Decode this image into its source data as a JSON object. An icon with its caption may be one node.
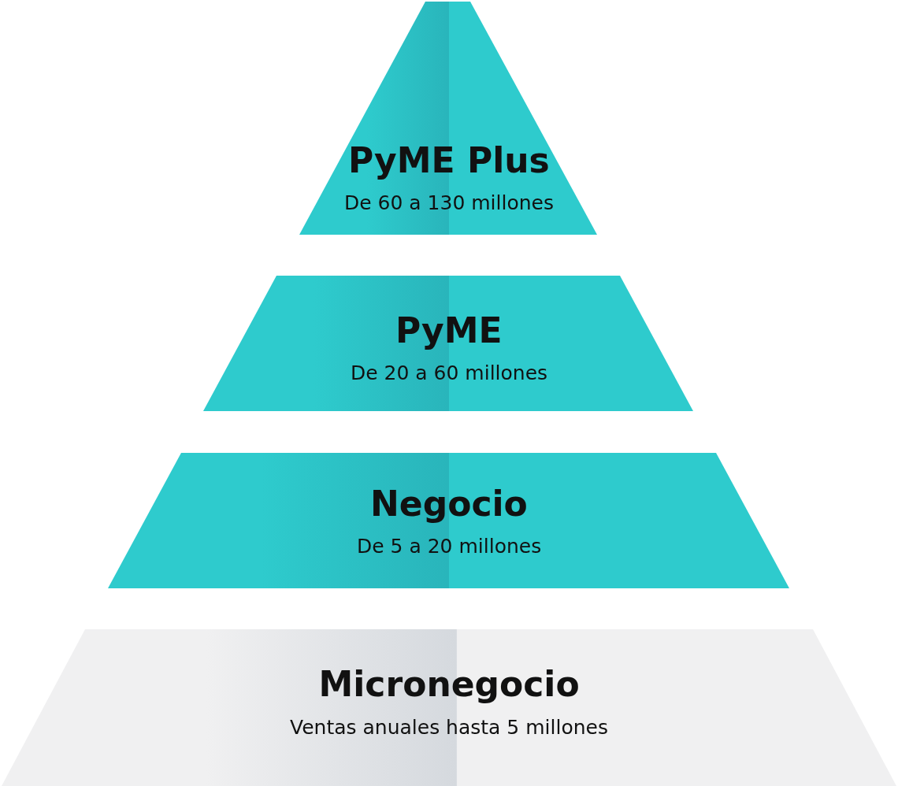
{
  "diagram": {
    "nodes": [
      {
        "text": [
          "PyME Plus",
          "De 60 a 130 millones"
        ]
      },
      {
        "text": [
          "PyME",
          "De 20 a 60 millones"
        ]
      },
      {
        "text": [
          "Negocio",
          "De 5 a 20 millones"
        ]
      },
      {
        "text": [
          "Micronegocio",
          "Ventas anuales hasta 5 millones"
        ]
      }
    ]
  }
}
